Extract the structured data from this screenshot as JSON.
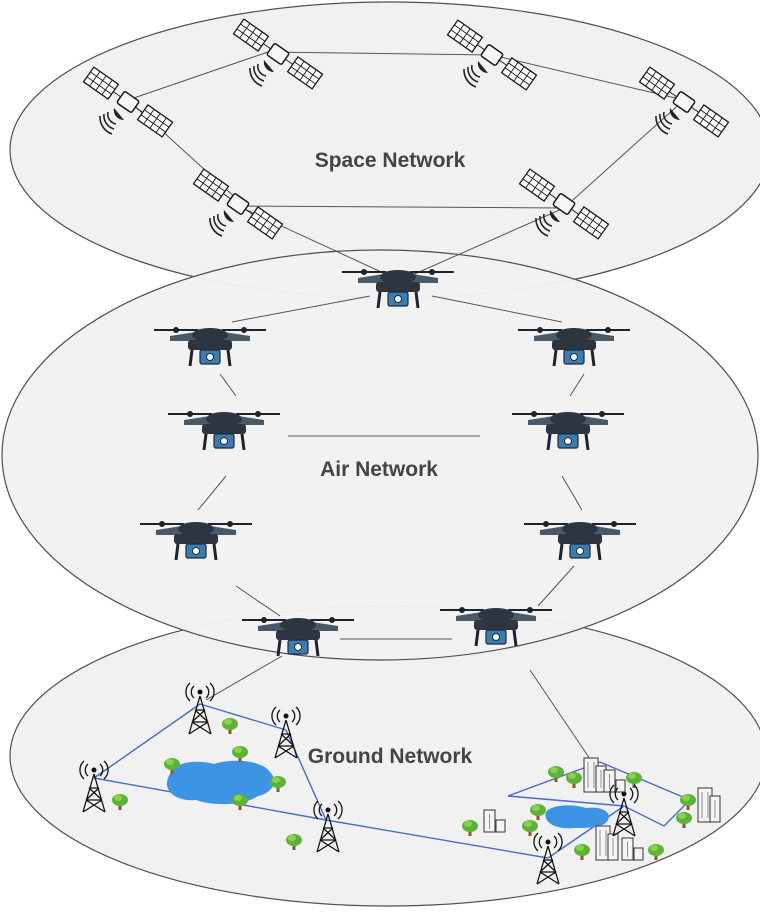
{
  "layers": {
    "space": {
      "label": "Space Network"
    },
    "air": {
      "label": "Air Network"
    },
    "ground": {
      "label": "Ground Network"
    }
  },
  "colors": {
    "layer_fill": "#f1f1f1",
    "layer_stroke": "#505050",
    "link": "#555555",
    "ground_link": "#4a6bc4",
    "lake": "#3d93e4",
    "tree": "#5db33a",
    "drone": "#2c3540",
    "camera": "#3b7db3"
  },
  "icons": {
    "satellite": "satellite-icon",
    "drone": "drone-icon",
    "tower": "cell-tower-icon",
    "tree": "tree-icon",
    "building": "building-icon",
    "lake": "lake-icon"
  }
}
